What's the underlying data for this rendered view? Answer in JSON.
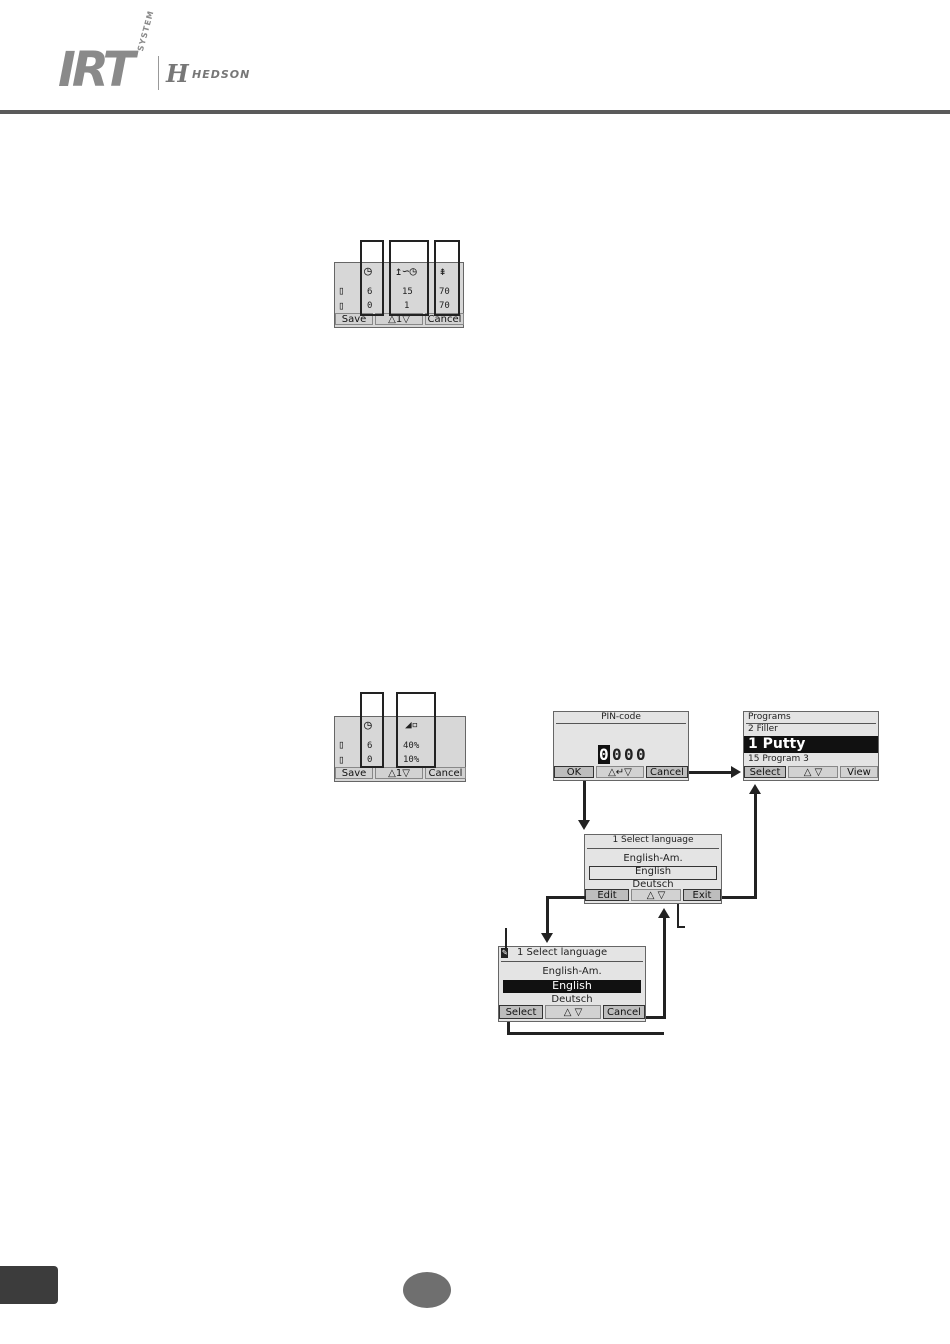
{
  "header": {
    "logo_irt": "IRT",
    "logo_system": "SYSTEM",
    "logo_h": "H",
    "logo_hedson": "HEDSON"
  },
  "screen1": {
    "row1": [
      "6",
      "15",
      "70"
    ],
    "row2": [
      "0",
      "1",
      "70"
    ],
    "buttons": {
      "save": "Save",
      "nav": "1",
      "cancel": "Cancel"
    }
  },
  "screen2": {
    "row1": [
      "6",
      "40%"
    ],
    "row2": [
      "0",
      "10%"
    ],
    "buttons": {
      "save": "Save",
      "nav": "1",
      "cancel": "Cancel"
    }
  },
  "pin_screen": {
    "title": "PIN-code",
    "digits": [
      "0",
      "0",
      "0",
      "0"
    ],
    "buttons": {
      "ok": "OK",
      "cancel": "Cancel"
    }
  },
  "programs_screen": {
    "title": "Programs",
    "items": [
      "2 Filler",
      "1 Putty",
      "15 Program 3"
    ],
    "buttons": {
      "select": "Select",
      "view": "View"
    }
  },
  "language_screen": {
    "title": "1 Select language",
    "options": [
      "English-Am.",
      "English",
      "Deutsch"
    ],
    "buttons": {
      "edit": "Edit",
      "exit": "Exit"
    }
  },
  "language_edit_screen": {
    "title": "1 Select language",
    "options": [
      "English-Am.",
      "English",
      "Deutsch"
    ],
    "buttons": {
      "select": "Select",
      "cancel": "Cancel"
    }
  },
  "colors": {
    "lcd_bg": "#e4e4e4",
    "frame": "#222222",
    "accent_bar": "#5a5a5a"
  }
}
